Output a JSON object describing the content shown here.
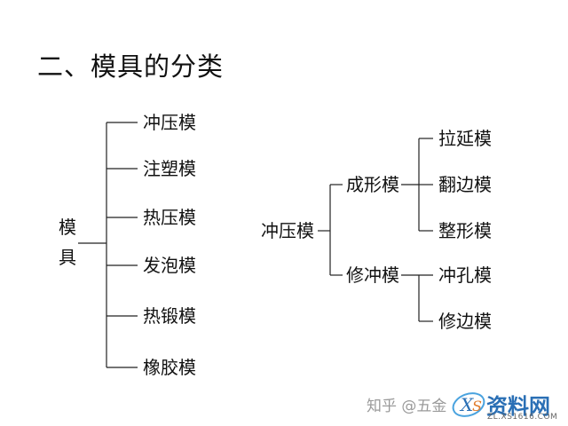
{
  "title": "二、模具的分类",
  "left_tree": {
    "root_chars": [
      "模",
      "具"
    ],
    "children": [
      "冲压模",
      "注塑模",
      "热压模",
      "发泡模",
      "热锻模",
      "橡胶模"
    ]
  },
  "right_tree": {
    "root": "冲压模",
    "branches": [
      {
        "label": "成形模",
        "children": [
          "拉延模",
          "翻边模",
          "整形模"
        ]
      },
      {
        "label": "修冲模",
        "children": [
          "冲孔模",
          "修边模"
        ]
      }
    ]
  },
  "watermark": {
    "text": "知乎 @五金",
    "logo_text": "资料网",
    "logo_url": "ZL.XS1616.COM"
  },
  "colors": {
    "lines": "#222222",
    "text": "#111111",
    "watermark": "#9a9a9a",
    "logo": "#2a6fb5"
  }
}
